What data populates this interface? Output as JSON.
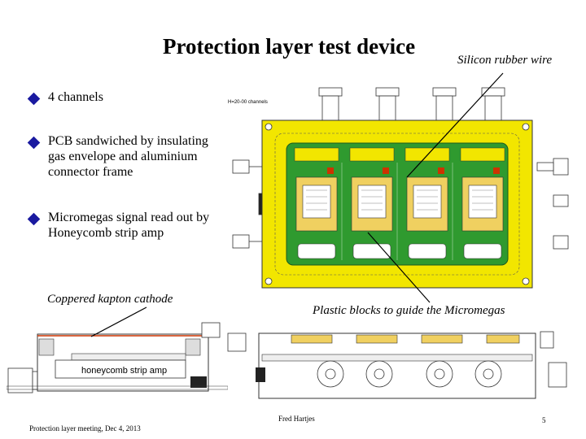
{
  "slide": {
    "title": "Protection layer test device",
    "bullets": [
      {
        "text": "4 channels"
      },
      {
        "text": "PCB sandwiched by insulating gas envelope and aluminium connector frame"
      },
      {
        "text": "Micromegas signal read out by Honeycomb strip amp"
      }
    ],
    "annotations": {
      "silicon_rubber": "Silicon rubber wire",
      "coppered_kapton": "Coppered kapton cathode",
      "plastic_blocks": "Plastic blocks to guide the Micromegas"
    },
    "drawing": {
      "tiny_label": "H=20-00 channels",
      "honeycomb_label": "honeycomb strip amp"
    },
    "footer": {
      "left": "Protection layer meeting, Dec 4, 2013",
      "center": "Fred Hartjes",
      "page": "5"
    },
    "colors": {
      "pcb_yellow": "#f2e600",
      "pcb_green": "#2f9a2f",
      "bullet_blue": "#1a1aa0",
      "copper": "#cc3300"
    }
  }
}
